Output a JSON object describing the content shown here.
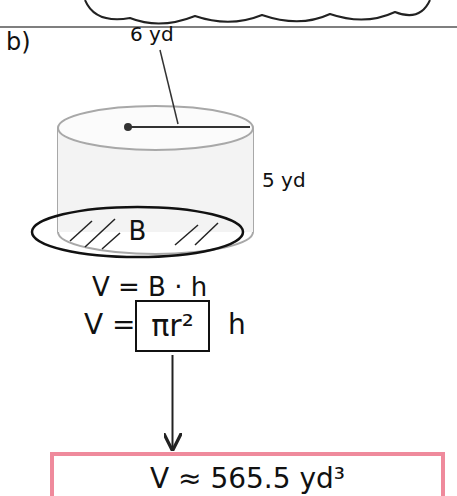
{
  "diagram": {
    "nodes": [
      {
        "text": [
          "B"
        ]
      },
      {
        "text": [
          "πr²"
        ]
      },
      {
        "text": [
          "V ≈ 565.5 yd³"
        ]
      }
    ],
    "edges": [
      {
        "from": 1,
        "to": 2,
        "arrow": "to"
      }
    ],
    "labels": [
      "b)",
      "6 yd",
      "5 yd",
      "V = B · h",
      "V =",
      "h"
    ]
  }
}
